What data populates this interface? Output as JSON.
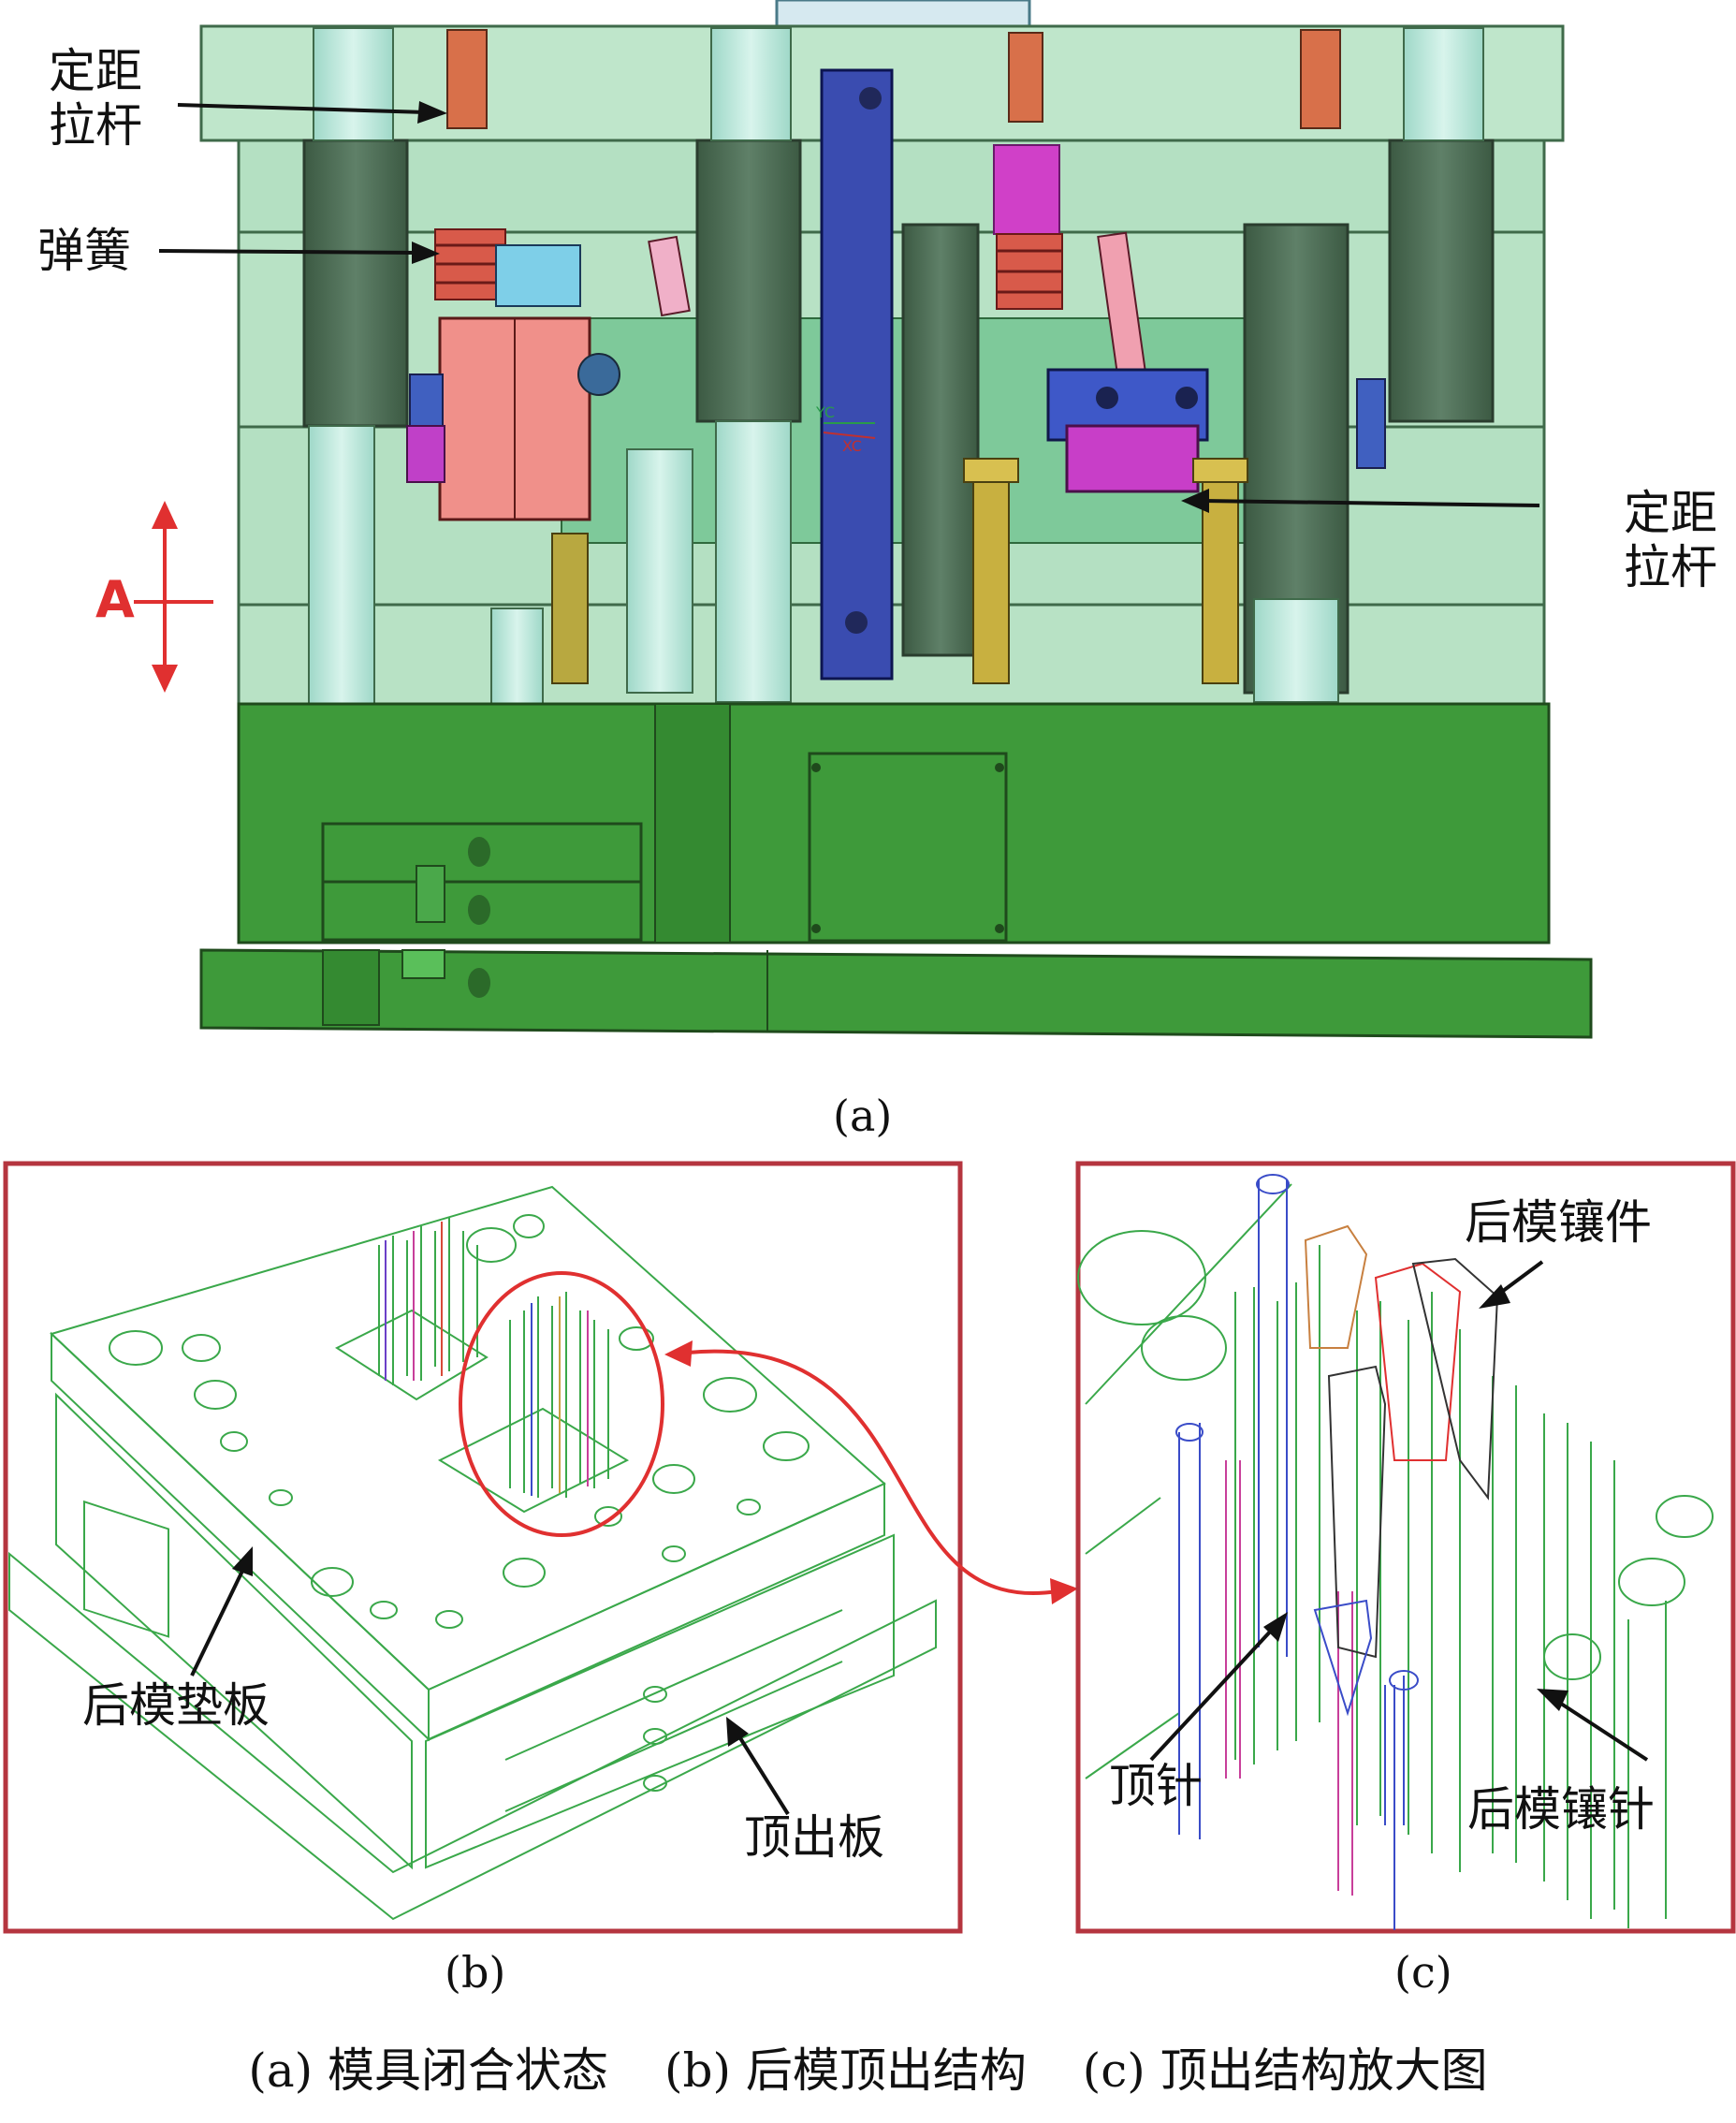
{
  "panel_a": {
    "labels": {
      "pull_rod_left": "定距\n拉杆",
      "spring": "弹簧",
      "pull_rod_right": "定距\n拉杆",
      "direction": "A",
      "axis_y": "YC",
      "axis_x": "XC"
    },
    "caption": "(a)"
  },
  "panel_b": {
    "labels": {
      "backing_plate": "后模垫板",
      "ejector_plate": "顶出板"
    },
    "caption": "(b)"
  },
  "panel_c": {
    "labels": {
      "core_insert": "后模镶件",
      "ejector_pin": "顶针",
      "core_pin": "后模镶针"
    },
    "caption": "(c)"
  },
  "figure_caption": {
    "a": "(a) 模具闭合状态",
    "b": "(b) 后模顶出结构",
    "c": "(c) 顶出结构放大图"
  },
  "colors": {
    "plate_light": "#b8e4c4",
    "plate_base": "#3f9a3c",
    "plate_dark": "#2d7a2d",
    "pillar": "#4a6b50",
    "red_frame": "#b5353f",
    "callout_red": "#e03030",
    "wire_green": "#3aa84a"
  }
}
